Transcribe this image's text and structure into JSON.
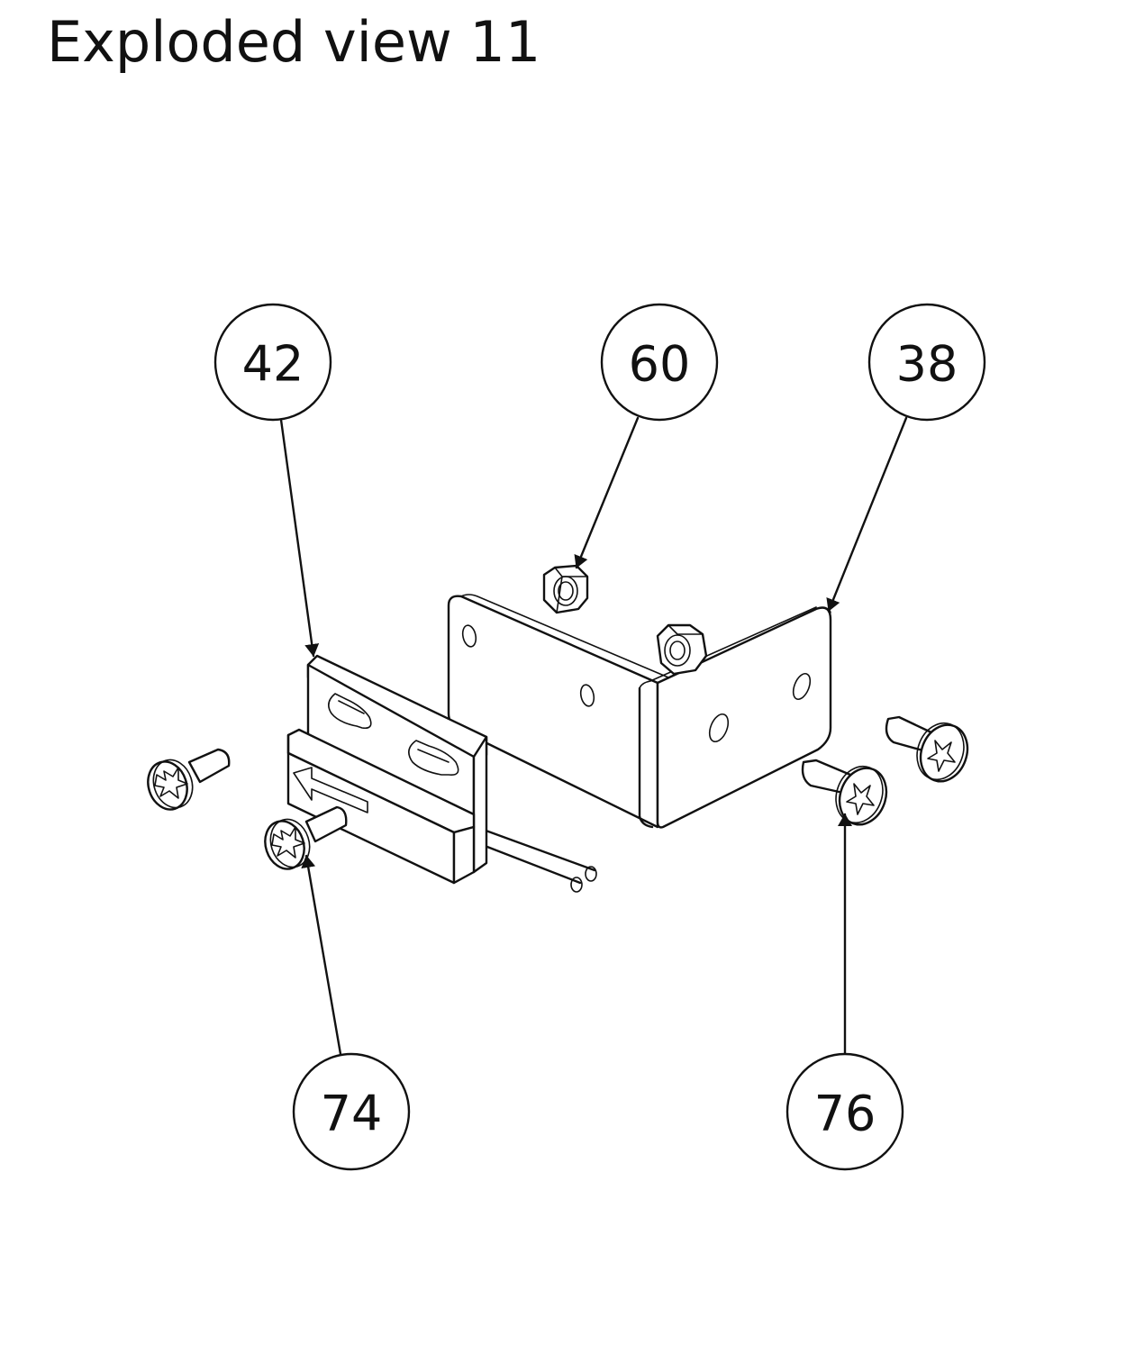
{
  "title": "Exploded view 11",
  "balloons": [
    {
      "id": "b42",
      "label": "42"
    },
    {
      "id": "b60",
      "label": "60"
    },
    {
      "id": "b38",
      "label": "38"
    },
    {
      "id": "b74",
      "label": "74"
    },
    {
      "id": "b76",
      "label": "76"
    }
  ],
  "colors": {
    "line": "#111111",
    "background": "#ffffff"
  }
}
